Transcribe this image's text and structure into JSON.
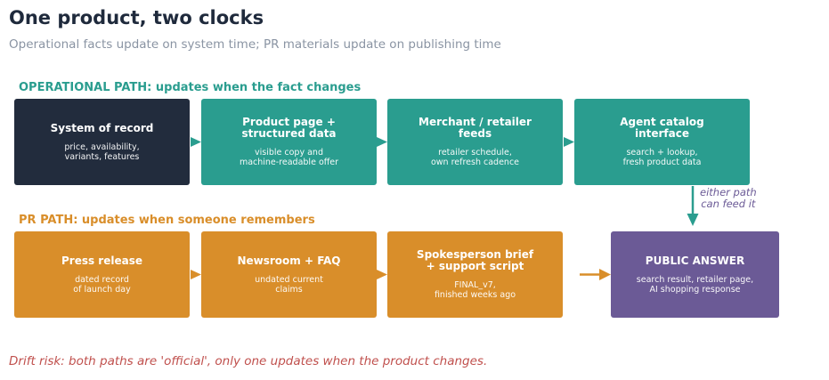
{
  "title": "One product, two clocks",
  "subtitle": "Operational facts update on system time; PR materials update on publishing time",
  "operational": {
    "label": "OPERATIONAL PATH: updates when the fact changes",
    "boxes": [
      {
        "title": "System of record",
        "sub": "price, availability,\nvariants, features"
      },
      {
        "title": "Product page +\nstructured data",
        "sub": "visible copy and\nmachine-readable offer"
      },
      {
        "title": "Merchant / retailer\nfeeds",
        "sub": "retailer schedule,\nown refresh cadence"
      },
      {
        "title": "Agent catalog\ninterface",
        "sub": "search + lookup,\nfresh product data"
      }
    ]
  },
  "pr": {
    "label": "PR PATH: updates when someone remembers",
    "boxes": [
      {
        "title": "Press release",
        "sub": "dated record\nof launch day"
      },
      {
        "title": "Newsroom + FAQ",
        "sub": "undated current\nclaims"
      },
      {
        "title": "Spokesperson brief\n+ support script",
        "sub": "FINAL_v7,\nfinished weeks ago"
      }
    ]
  },
  "public_answer": {
    "title": "PUBLIC ANSWER",
    "sub": "search result, retailer page,\nAI shopping response"
  },
  "note": "either path\ncan feed it",
  "footer": "Drift risk: both paths are 'official', only one updates when the product changes.",
  "colors": {
    "dark": "#222c3d",
    "teal": "#2a9d8f",
    "orange": "#d98e2a",
    "purple": "#6b5a96",
    "drift_red": "#c0504d"
  }
}
